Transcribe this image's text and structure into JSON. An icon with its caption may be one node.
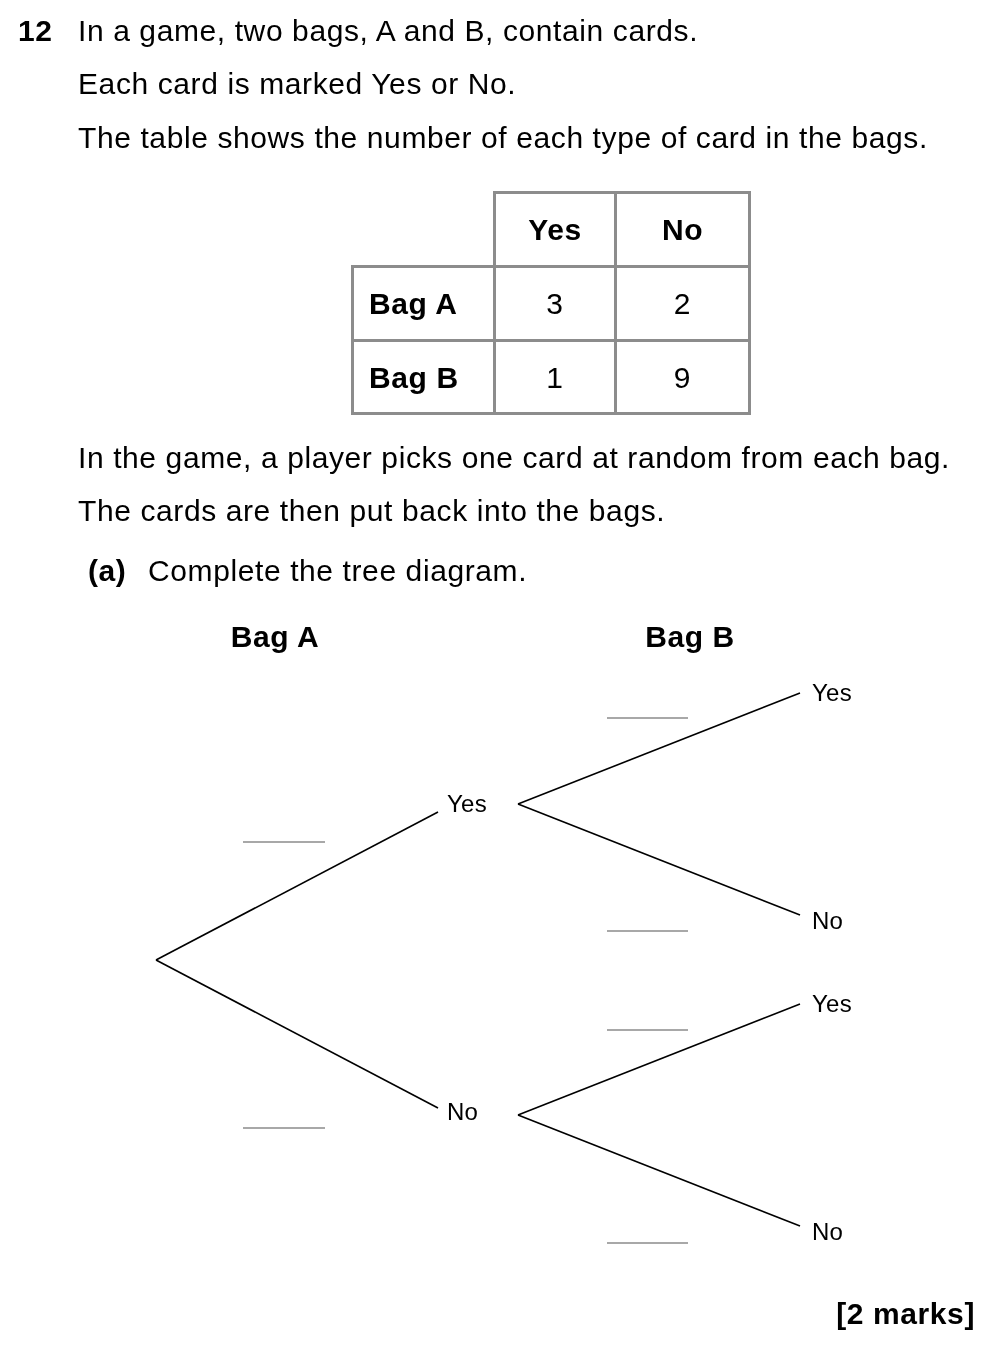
{
  "diagram": {
    "nodes": [
      {
        "text": [
          "Yes"
        ]
      },
      {
        "text": [
          "No"
        ]
      },
      {
        "text": [
          "Yes"
        ]
      },
      {
        "text": [
          "No"
        ]
      },
      {
        "text": [
          "Yes"
        ]
      },
      {
        "text": [
          "No"
        ]
      }
    ],
    "edges": [
      {
        "from": null,
        "to": 0,
        "arrow": "none"
      },
      {
        "from": null,
        "to": 1,
        "arrow": "none"
      },
      {
        "from": 0,
        "to": 2,
        "arrow": "none"
      },
      {
        "from": 0,
        "to": 3,
        "arrow": "none"
      },
      {
        "from": 1,
        "to": 4,
        "arrow": "none"
      },
      {
        "from": 1,
        "to": 5,
        "arrow": "none"
      }
    ],
    "labels": [
      "12",
      "In a game, two bags, A and B, contain cards.",
      "Each card is marked Yes or No.",
      "The table shows the number of each type of card in the bags.",
      "Yes",
      "No",
      "Bag A",
      "3",
      "2",
      "Bag B",
      "1",
      "9",
      "In the game, a player picks one card at random from each bag.",
      "The cards are then put back into the bags.",
      "(a)",
      "Complete the tree diagram.",
      "Bag A",
      "Bag B",
      "[2 marks]"
    ]
  }
}
